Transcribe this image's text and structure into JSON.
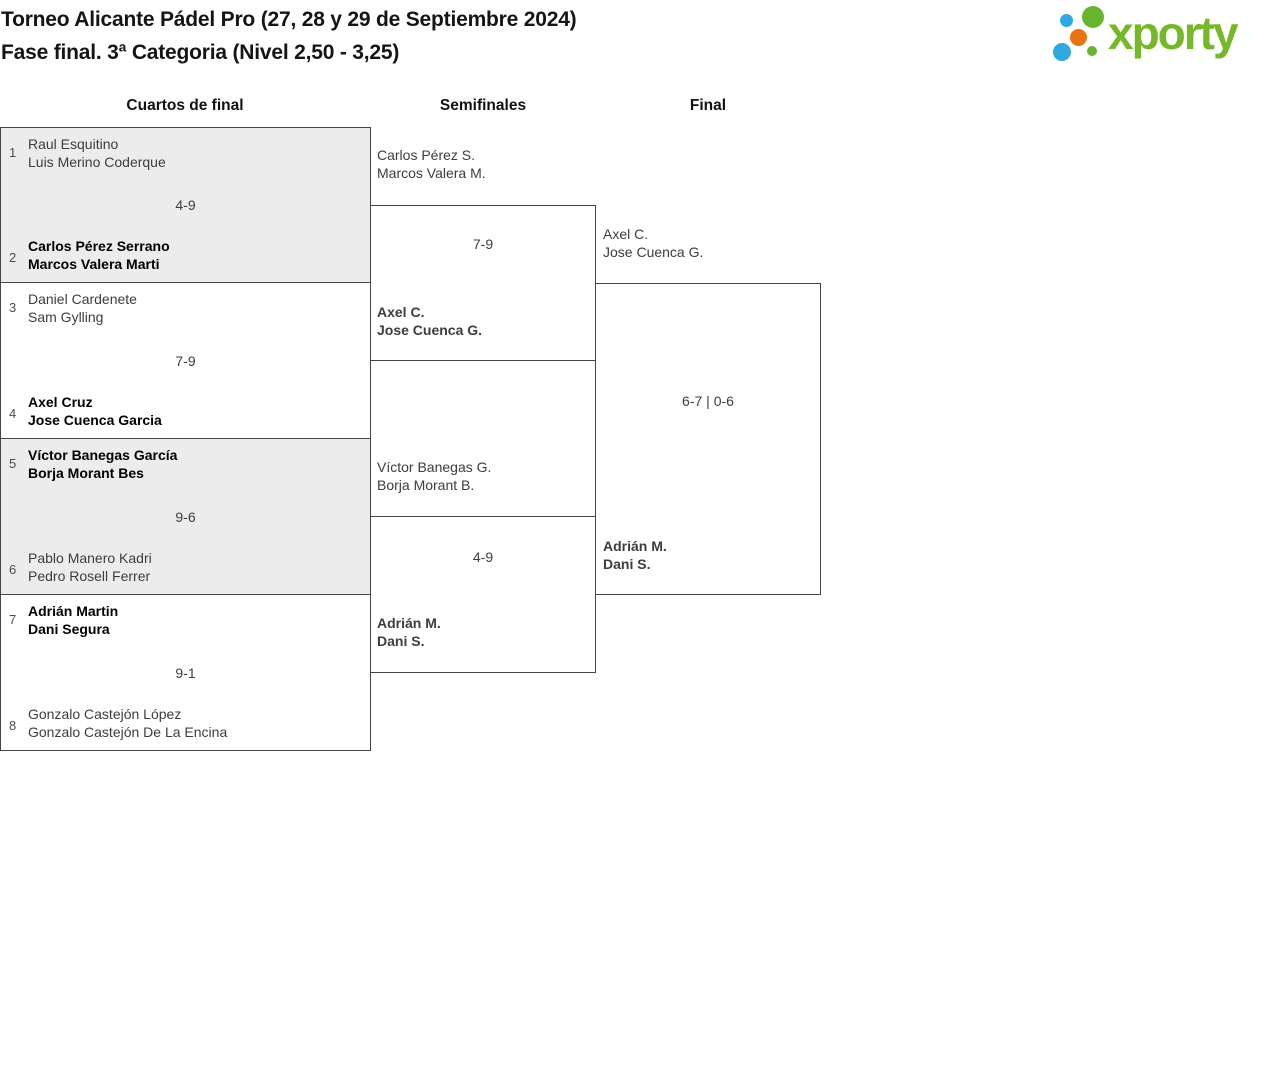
{
  "header": {
    "title_line1": "Torneo Alicante Pádel Pro (27, 28 y 29 de Septiembre 2024)",
    "title_line2": "Fase final. 3ª Categoria (Nivel 2,50 - 3,25)",
    "logo_text": "xporty",
    "logo_colors": {
      "green": "#76b82a",
      "blue": "#2fa9e0",
      "orange": "#e87411"
    }
  },
  "bracket": {
    "columns": [
      {
        "label": "Cuartos de final"
      },
      {
        "label": "Semifinales"
      },
      {
        "label": "Final"
      }
    ],
    "quarterfinals": [
      {
        "seed1": "1",
        "team1": [
          "Raul Esquitino",
          "Luis Merino Coderque"
        ],
        "score": "4-9",
        "seed2": "2",
        "team2": [
          "Carlos Pérez Serrano",
          "Marcos Valera Marti"
        ],
        "winner": "team2"
      },
      {
        "seed1": "3",
        "team1": [
          "Daniel Cardenete",
          "Sam Gylling"
        ],
        "score": "7-9",
        "seed2": "4",
        "team2": [
          "Axel Cruz",
          "Jose Cuenca Garcia"
        ],
        "winner": "team2"
      },
      {
        "seed1": "5",
        "team1": [
          "Víctor Banegas García",
          "Borja Morant Bes"
        ],
        "score": "9-6",
        "seed2": "6",
        "team2": [
          "Pablo Manero Kadri",
          "Pedro Rosell Ferrer"
        ],
        "winner": "team1"
      },
      {
        "seed1": "7",
        "team1": [
          "Adrián Martin",
          "Dani Segura"
        ],
        "score": "9-1",
        "seed2": "8",
        "team2": [
          "Gonzalo Castejón López",
          "Gonzalo Castejón De La Encina"
        ],
        "winner": "team1"
      }
    ],
    "semifinals": [
      {
        "team1": [
          "Carlos Pérez S.",
          "Marcos Valera M."
        ],
        "score": "7-9",
        "team2": [
          "Axel C.",
          "Jose Cuenca G."
        ],
        "winner": "team2"
      },
      {
        "team1": [
          "Víctor Banegas G.",
          "Borja Morant B."
        ],
        "score": "4-9",
        "team2": [
          "Adrián M.",
          "Dani S."
        ],
        "winner": "team2"
      }
    ],
    "final": {
      "team1": [
        "Axel C.",
        "Jose Cuenca G."
      ],
      "score": "6-7 | 0-6",
      "team2": [
        "Adrián M.",
        "Dani S."
      ],
      "winner": "team2"
    }
  }
}
